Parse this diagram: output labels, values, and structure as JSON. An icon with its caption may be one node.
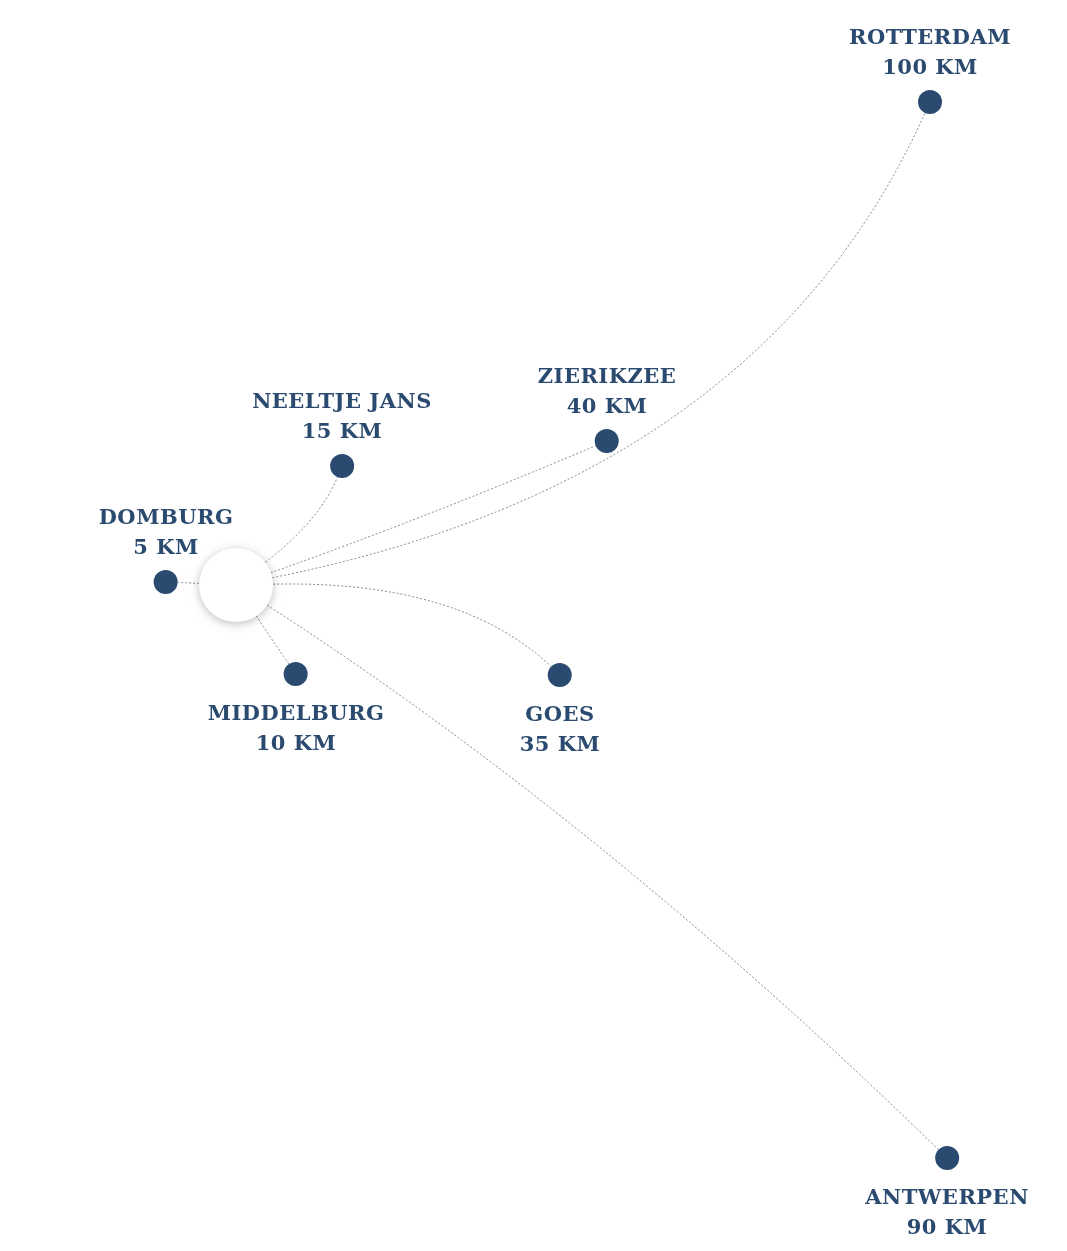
{
  "diagram": {
    "nodes": [
      {
        "text": [
          "ROTTERDAM",
          "100 KM"
        ]
      },
      {
        "text": [
          "ZIERIKZEE",
          "40 KM"
        ]
      },
      {
        "text": [
          "NEELTJE JANS",
          "15 KM"
        ]
      },
      {
        "text": [
          "DOMBURG",
          "5 KM"
        ]
      },
      {
        "text": [],
        "shape": "circle"
      },
      {
        "text": [
          "MIDDELBURG",
          "10 KM"
        ]
      },
      {
        "text": [
          "GOES",
          "35 KM"
        ]
      },
      {
        "text": [
          "ANTWERPEN",
          "90 KM"
        ]
      }
    ],
    "edges": [
      {
        "from": 4,
        "to": 3,
        "arrow": "none",
        "style": "dashed"
      },
      {
        "from": 4,
        "to": 2,
        "arrow": "none",
        "style": "dashed"
      },
      {
        "from": 4,
        "to": 1,
        "arrow": "none",
        "style": "dashed"
      },
      {
        "from": 4,
        "to": 0,
        "arrow": "none",
        "style": "dashed"
      },
      {
        "from": 4,
        "to": 5,
        "arrow": "none",
        "style": "dashed"
      },
      {
        "from": 4,
        "to": 6,
        "arrow": "none",
        "style": "dashed"
      },
      {
        "from": 4,
        "to": 7,
        "arrow": "none",
        "style": "dashed"
      }
    ]
  }
}
